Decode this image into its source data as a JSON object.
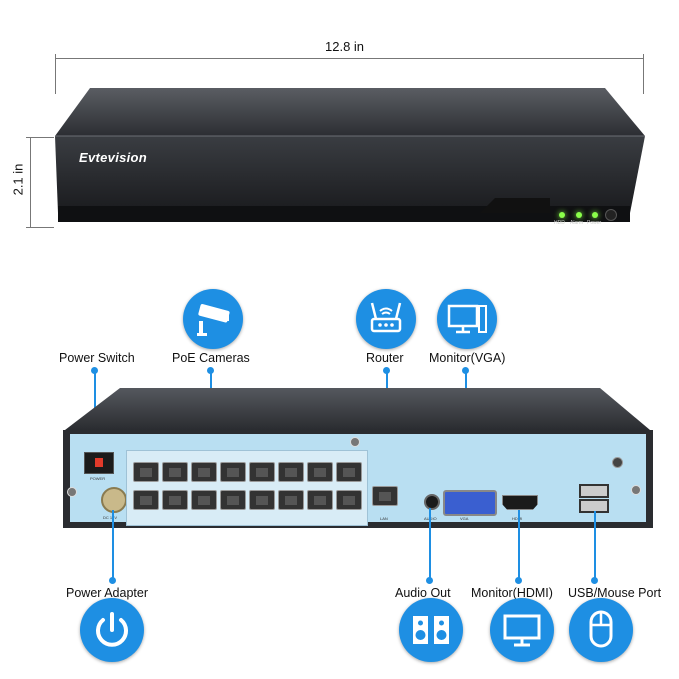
{
  "dimensions": {
    "width": "12.8 in",
    "height": "2.1 in"
  },
  "brand": "Evtevision",
  "front_leds": [
    {
      "label": "HDD",
      "color": "#8aff4a"
    },
    {
      "label": "Alarm",
      "color": "#8aff4a"
    },
    {
      "label": "Power",
      "color": "#8aff4a"
    }
  ],
  "back_panel": {
    "power_label": "POWER",
    "dc_label": "DC 12V",
    "lan_label": "LAN",
    "audio_label": "AUDIO",
    "vga_label": "VGA",
    "hdmi_label": "HDMI"
  },
  "callouts": {
    "power_switch": "Power Switch",
    "poe_cameras": "PoE Cameras",
    "router": "Router",
    "monitor_vga": "Monitor(VGA)",
    "power_adapter": "Power Adapter",
    "audio_out": "Audio Out",
    "monitor_hdmi": "Monitor(HDMI)",
    "usb_mouse": "USB/Mouse Port"
  },
  "colors": {
    "accent": "#1e8fe3",
    "panel": "#b9dff2",
    "chassis": "#2a2c30"
  }
}
